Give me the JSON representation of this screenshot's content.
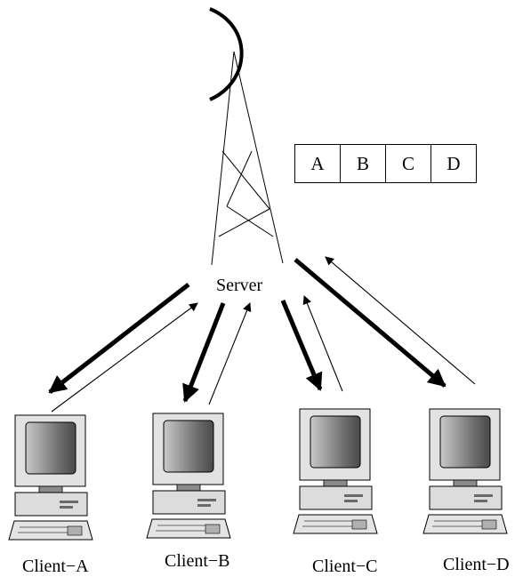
{
  "server": {
    "label": "Server"
  },
  "packet_table": {
    "cells": [
      "A",
      "B",
      "C",
      "D"
    ]
  },
  "clients": [
    {
      "label": "Client−A"
    },
    {
      "label": "Client−B"
    },
    {
      "label": "Client−C"
    },
    {
      "label": "Client−D"
    }
  ]
}
